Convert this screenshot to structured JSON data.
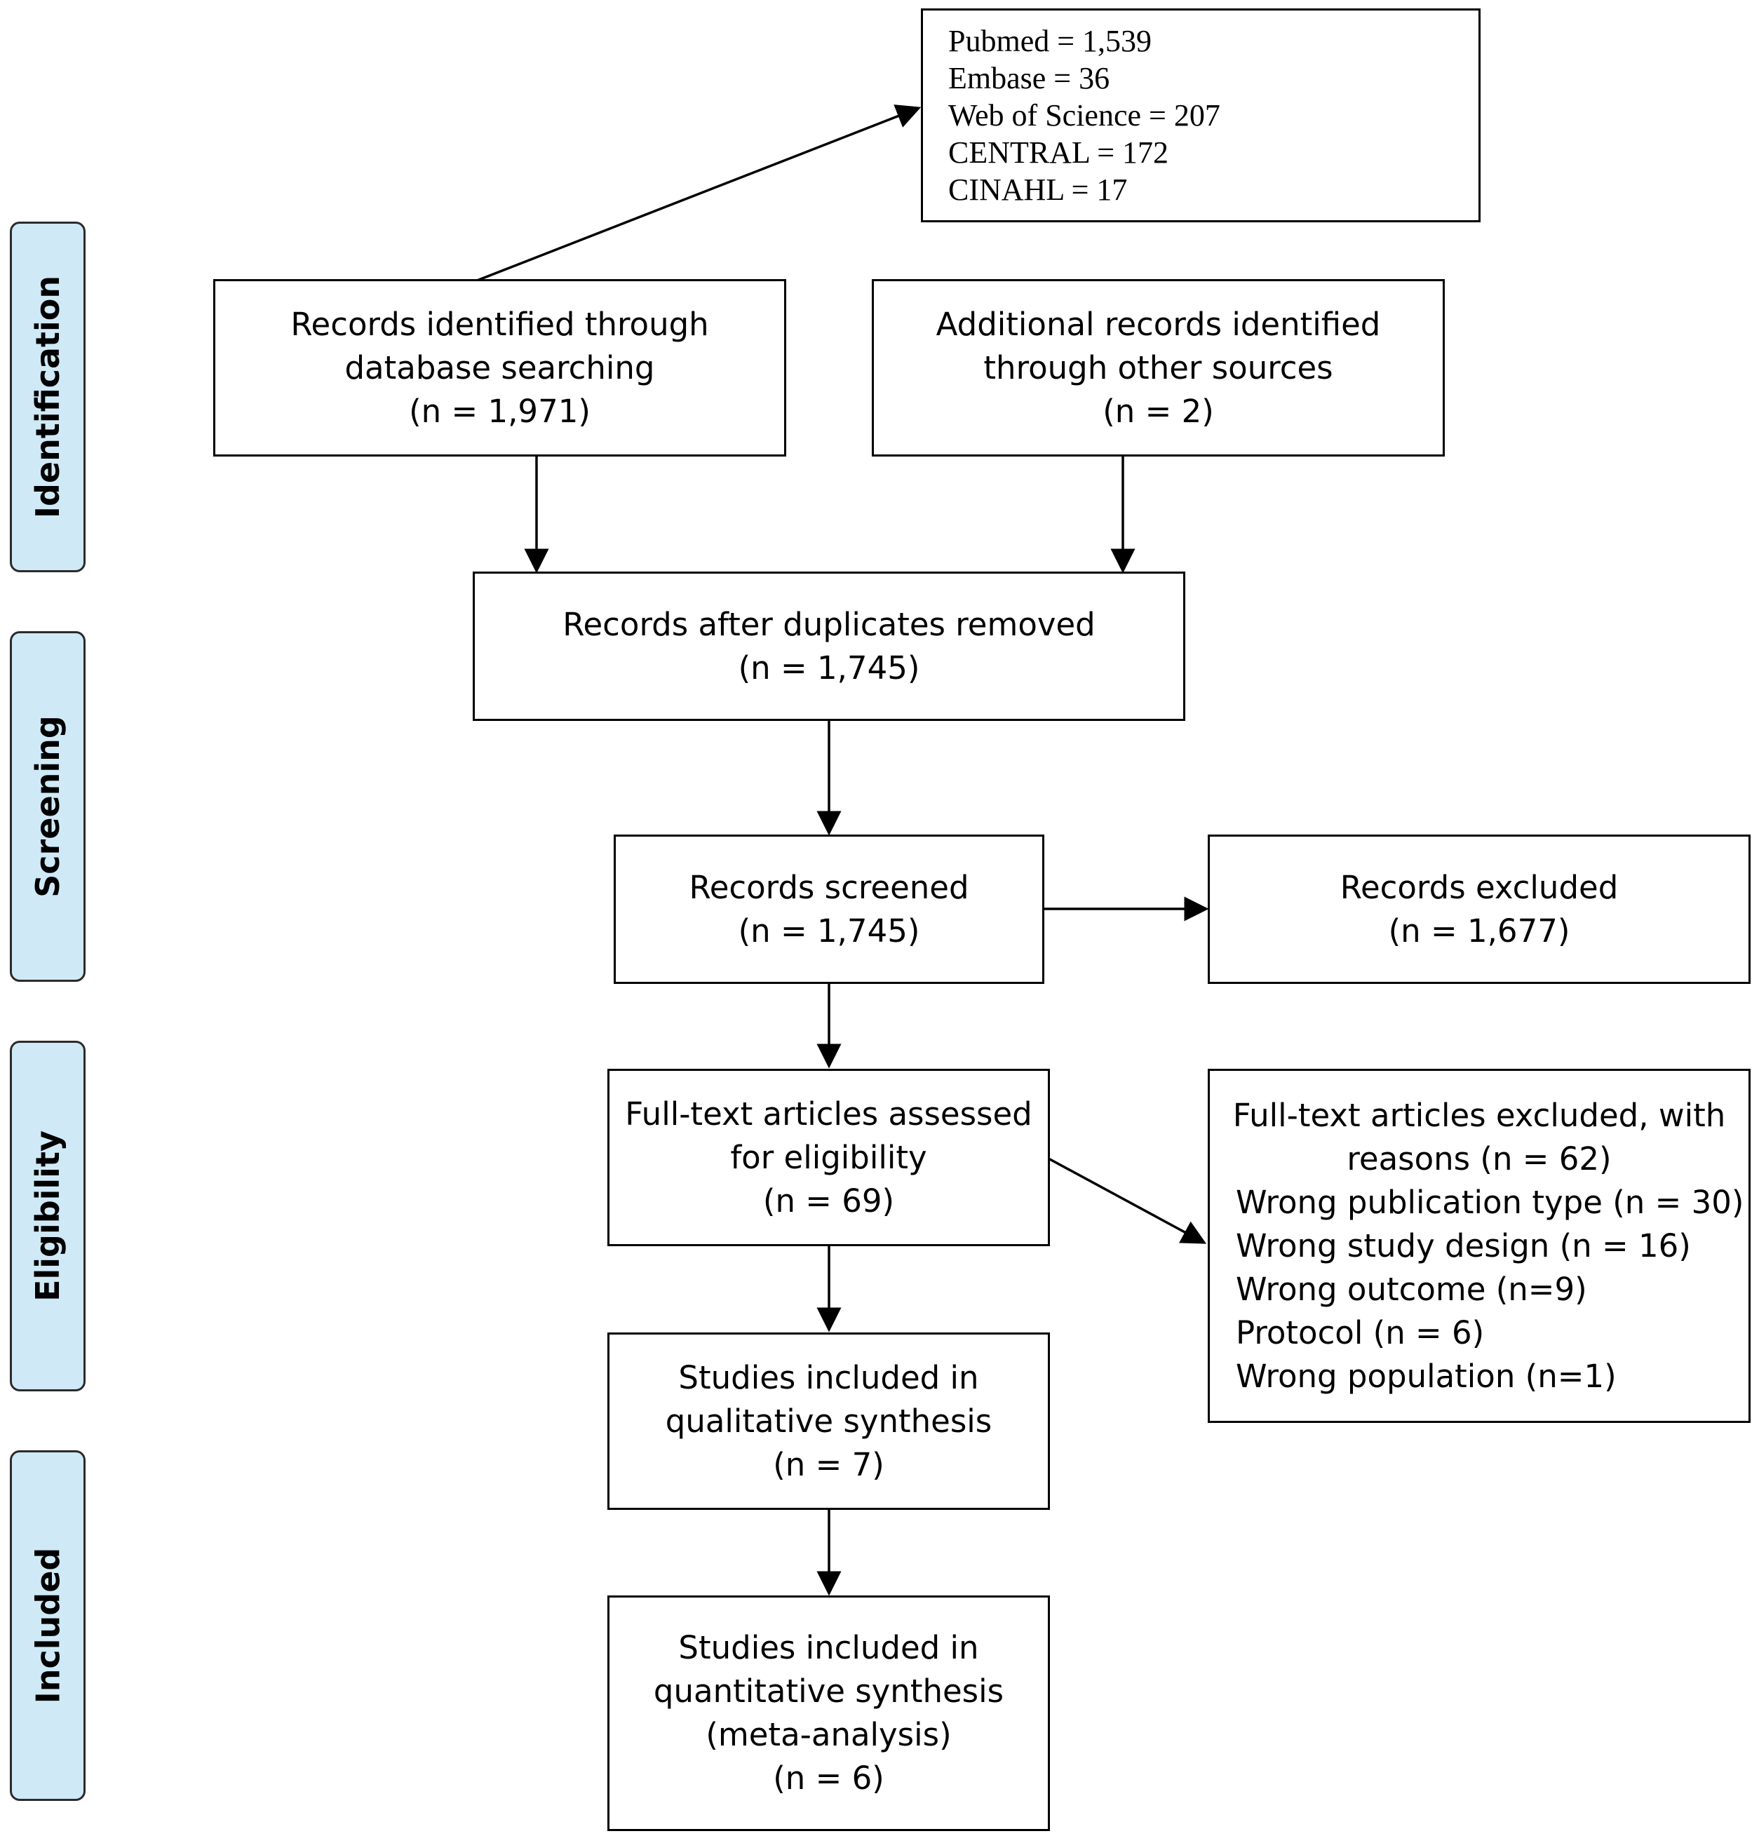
{
  "phases": {
    "identification": "Identification",
    "screening": "Screening",
    "eligibility": "Eligibility",
    "included": "Included"
  },
  "databases": {
    "lines": [
      "Pubmed = 1,539",
      "Embase = 36",
      "Web of Science = 207",
      "CENTRAL = 172",
      "CINAHL = 17"
    ]
  },
  "database_search": {
    "lines": [
      "Records identified through",
      "database searching",
      "(n = 1,971)"
    ]
  },
  "other_sources": {
    "lines": [
      "Additional records identified",
      "through other sources",
      "(n = 2)"
    ]
  },
  "duplicates_removed": {
    "lines": [
      "Records after duplicates removed",
      "(n = 1,745)"
    ]
  },
  "screened": {
    "lines": [
      "Records screened",
      "(n = 1,745)"
    ]
  },
  "excluded": {
    "lines": [
      "Records excluded",
      "(n = 1,677)"
    ]
  },
  "fulltext_assessed": {
    "lines": [
      "Full-text articles assessed",
      "for eligibility",
      "(n = 69)"
    ]
  },
  "fulltext_excluded": {
    "header": [
      "Full-text articles excluded, with",
      "reasons (n = 62)"
    ],
    "reasons": [
      "Wrong publication type (n = 30)",
      "Wrong study design (n = 16)",
      "Wrong outcome (n=9)",
      "Protocol (n = 6)",
      "Wrong population (n=1)"
    ]
  },
  "qualitative": {
    "lines": [
      "Studies included in",
      "qualitative synthesis",
      "(n = 7)"
    ]
  },
  "quantitative": {
    "lines": [
      "Studies included in",
      "quantitative synthesis",
      "(meta-analysis)",
      "(n = 6)"
    ]
  }
}
